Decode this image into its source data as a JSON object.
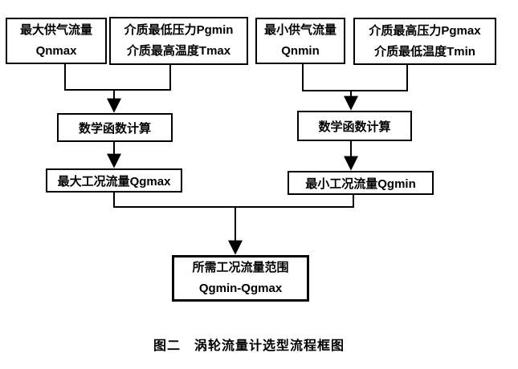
{
  "diagram": {
    "caption": "图二　涡轮流量计选型流程框图",
    "nodes": {
      "max_supply_flow": {
        "line1": "最大供气流量",
        "line2": "Qnmax"
      },
      "min_pressure_max_temp": {
        "line1": "介质最低压力Pgmin",
        "line2": "介质最高温度Tmax"
      },
      "min_supply_flow": {
        "line1": "最小供气流量",
        "line2": "Qnmin"
      },
      "max_pressure_min_temp": {
        "line1": "介质最高压力Pgmax",
        "line2": "介质最低温度Tmin"
      },
      "math_calc_left": {
        "label": "数学函数计算"
      },
      "math_calc_right": {
        "label": "数学函数计算"
      },
      "max_working_flow": {
        "label": "最大工况流量Qgmax"
      },
      "min_working_flow": {
        "label": "最小工况流量Qgmin"
      },
      "required_flow_range": {
        "line1": "所需工况流量范围",
        "line2": "Qgmin-Qgmax"
      }
    },
    "colors": {
      "line": "#000000",
      "text": "#000000",
      "background": "#ffffff"
    }
  }
}
